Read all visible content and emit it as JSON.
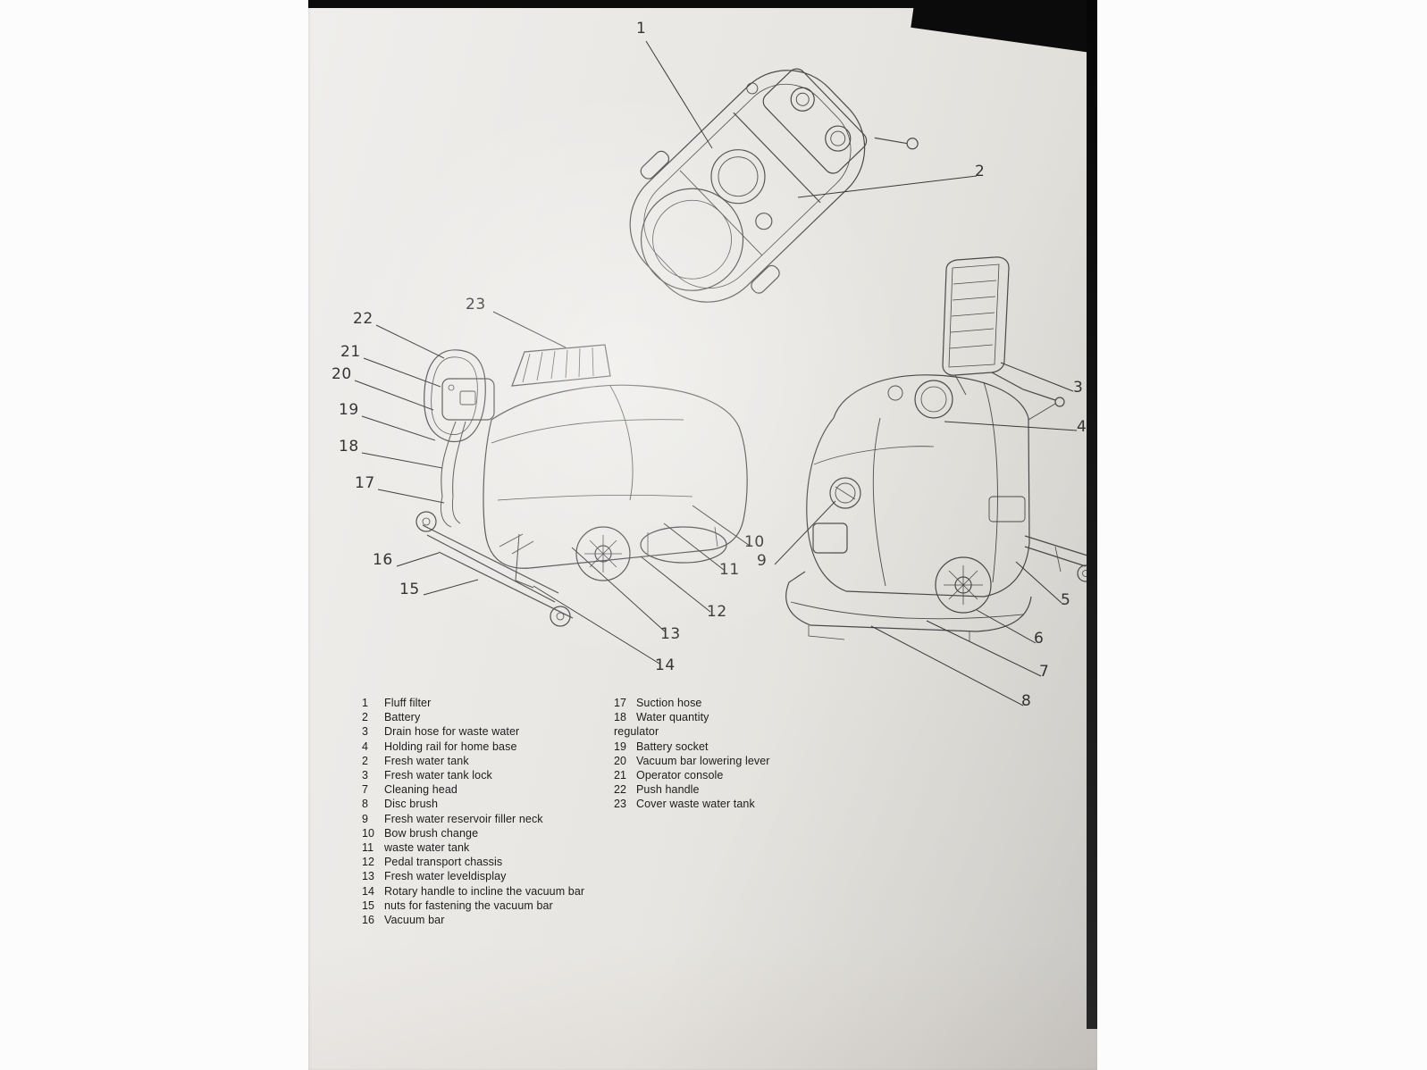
{
  "colors": {
    "page": "#e9e7e3",
    "ink": "#4a4a4a",
    "leader": "#3a3a3a",
    "edge": "#0b0b0b"
  },
  "callouts": {
    "c1": "1",
    "c2": "2",
    "c3": "3",
    "c4": "4",
    "c5": "5",
    "c6": "6",
    "c7": "7",
    "c8": "8",
    "c9": "9",
    "c10": "10",
    "c11": "11",
    "c12": "12",
    "c13": "13",
    "c14": "14",
    "c15": "15",
    "c16": "16",
    "c17": "17",
    "c18": "18",
    "c19": "19",
    "c20": "20",
    "c21": "21",
    "c22": "22",
    "c23": "23"
  },
  "legend": {
    "left": [
      {
        "n": "1",
        "t": "Fluff filter"
      },
      {
        "n": "2",
        "t": "Battery"
      },
      {
        "n": "3",
        "t": "Drain hose for waste water"
      },
      {
        "n": "4",
        "t": "Holding rail for home base"
      },
      {
        "n": "2",
        "t": "Fresh water tank"
      },
      {
        "n": "3",
        "t": "Fresh water tank lock"
      },
      {
        "n": "7",
        "t": "Cleaning head"
      },
      {
        "n": "8",
        "t": "Disc brush"
      },
      {
        "n": "9",
        "t": "Fresh water reservoir filler neck"
      },
      {
        "n": "10",
        "t": "Bow brush change"
      },
      {
        "n": "11",
        "t": "waste water tank"
      },
      {
        "n": "12",
        "t": "Pedal transport chassis"
      },
      {
        "n": "13",
        "t": "Fresh water leveldisplay"
      },
      {
        "n": "14",
        "t": "Rotary handle to incline the vacuum bar"
      },
      {
        "n": "15",
        "t": "nuts for fastening the vacuum bar"
      },
      {
        "n": "16",
        "t": "Vacuum bar"
      }
    ],
    "right": [
      {
        "n": "17",
        "t": "Suction hose"
      },
      {
        "n": "18",
        "t": "Water quantity"
      },
      {
        "n": "",
        "t": "regulator"
      },
      {
        "n": "19",
        "t": "Battery socket"
      },
      {
        "n": "20",
        "t": "Vacuum bar lowering lever"
      },
      {
        "n": "21",
        "t": "Operator console"
      },
      {
        "n": "22",
        "t": "Push handle"
      },
      {
        "n": "23",
        "t": "Cover waste water tank"
      }
    ]
  }
}
